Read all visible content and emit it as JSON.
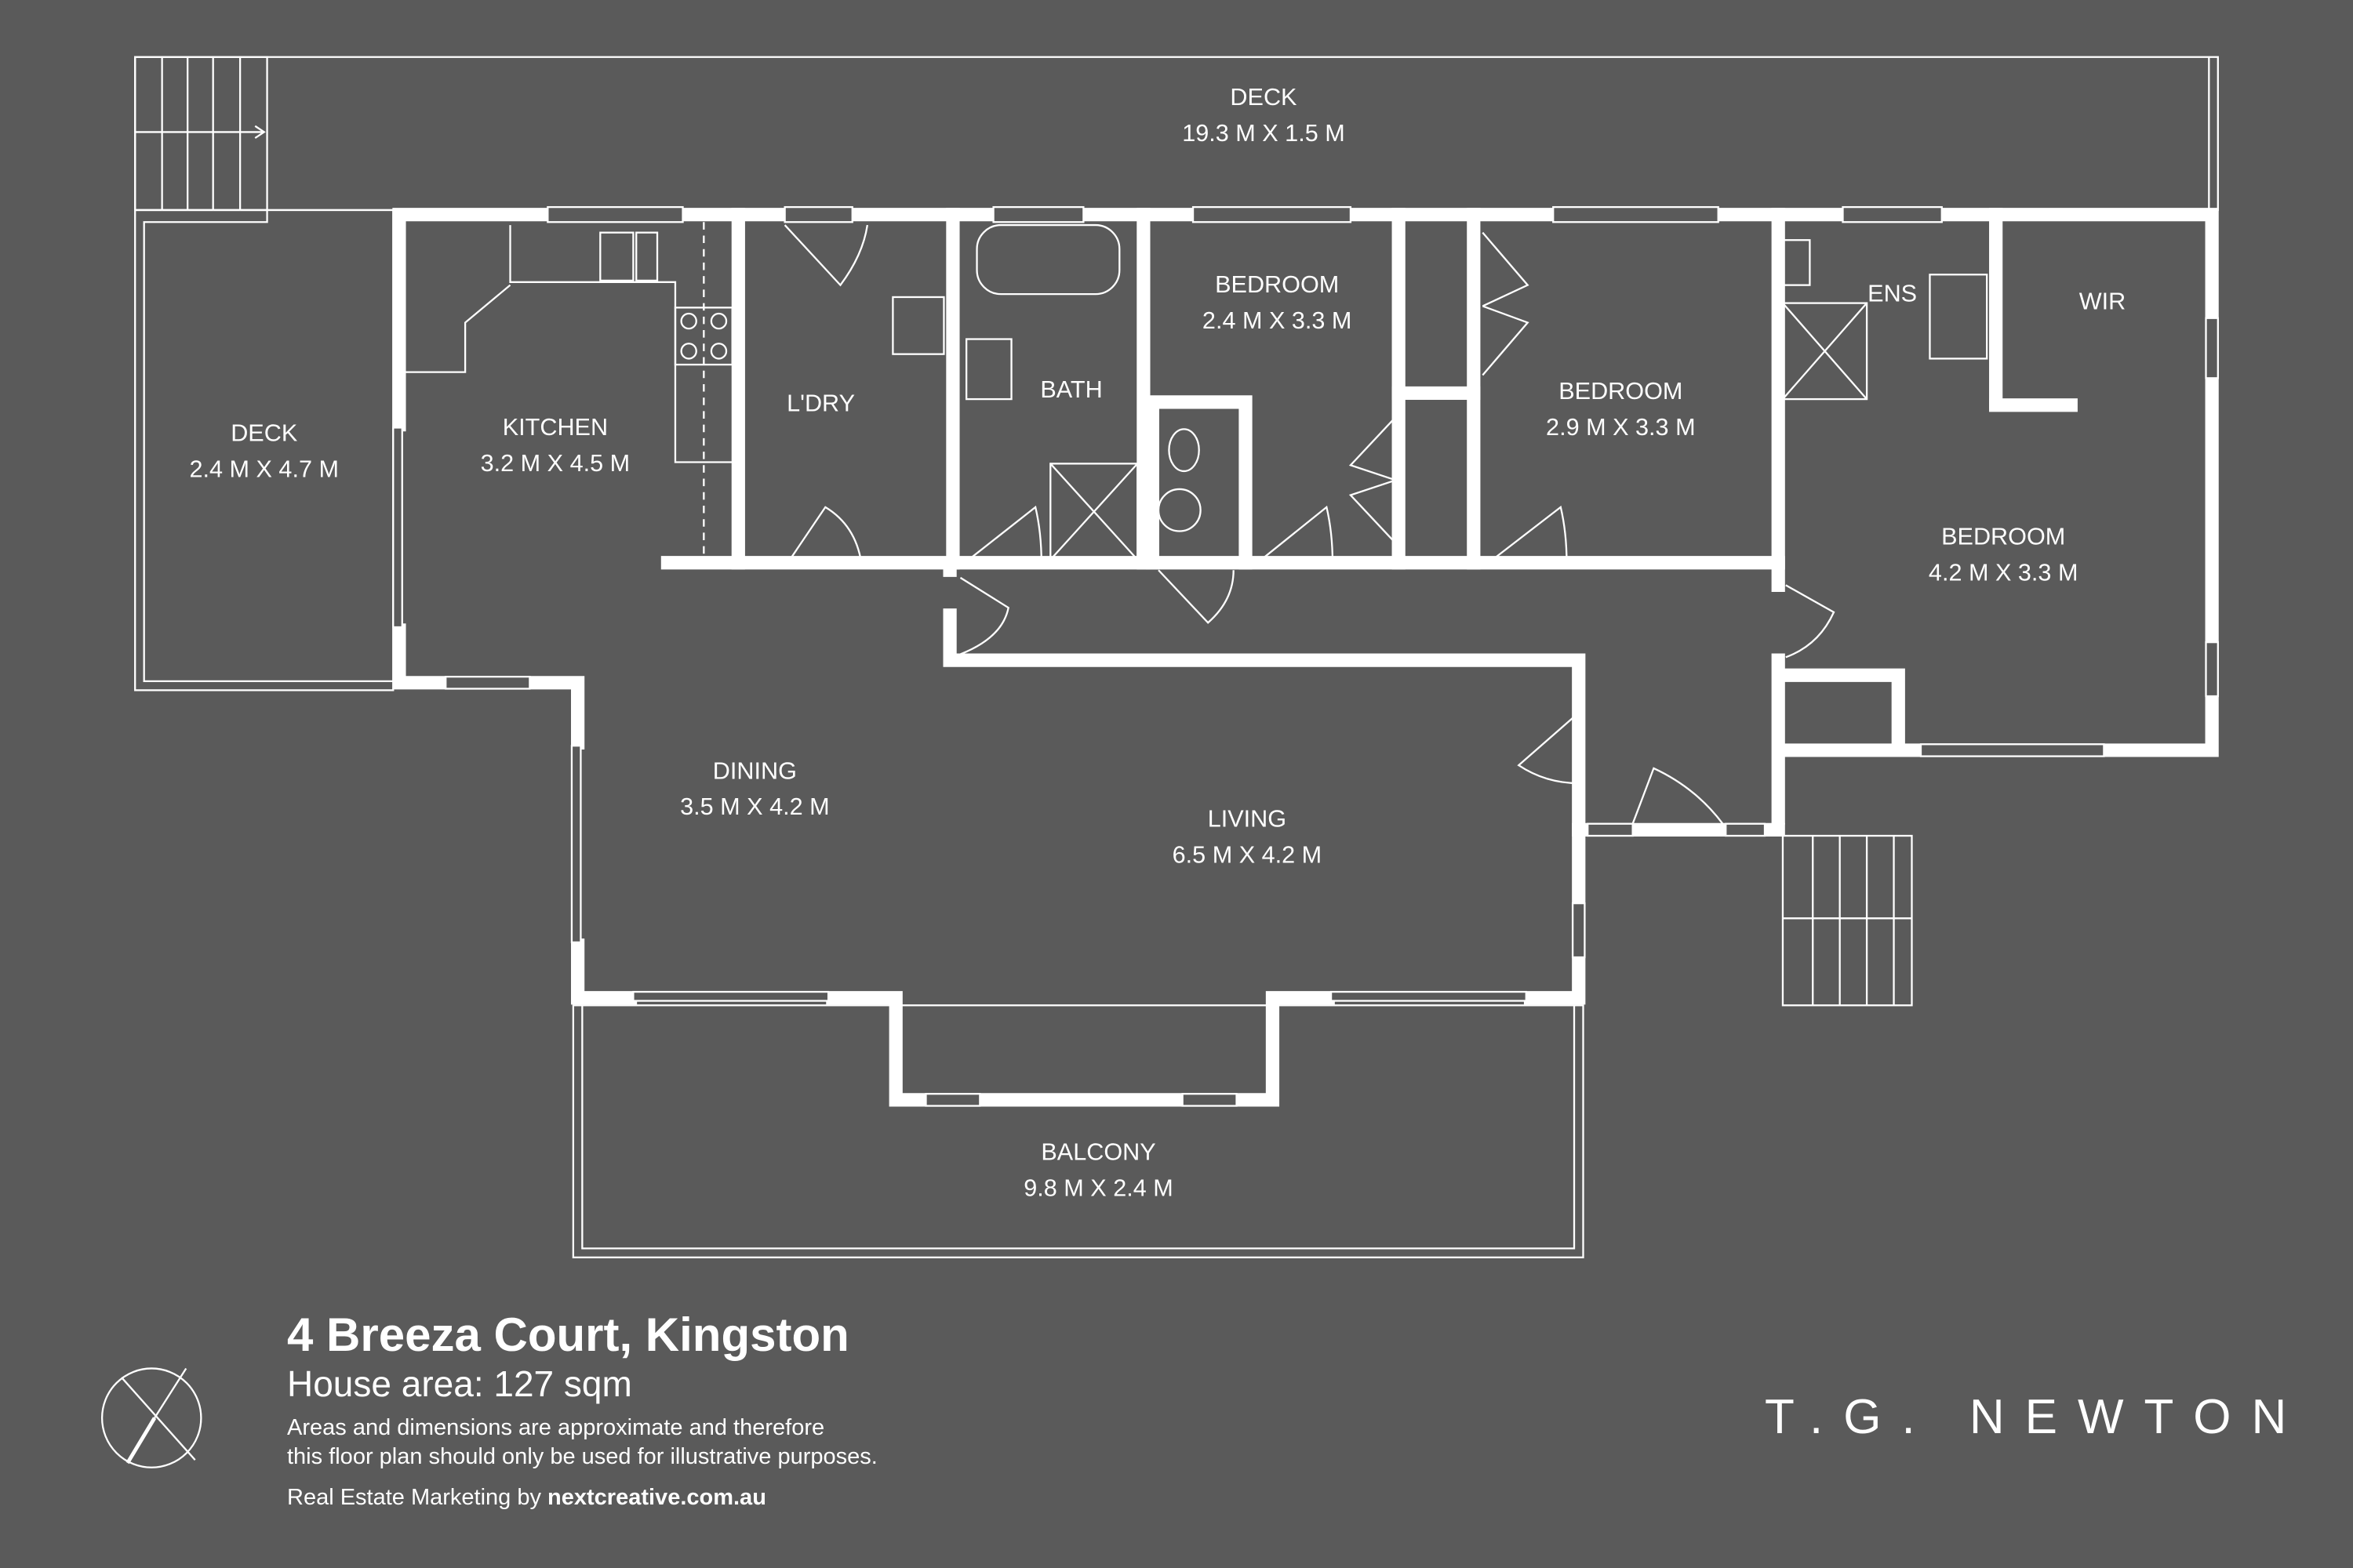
{
  "rooms": {
    "deck_top": {
      "name": "DECK",
      "dims": "19.3 M X 1.5 M"
    },
    "deck_left": {
      "name": "DECK",
      "dims": "2.4 M X 4.7 M"
    },
    "kitchen": {
      "name": "KITCHEN",
      "dims": "3.2 M X 4.5 M"
    },
    "laundry": {
      "name": "L'DRY"
    },
    "bath": {
      "name": "BATH"
    },
    "bedroom2": {
      "name": "BEDROOM",
      "dims": "2.4 M X 3.3 M"
    },
    "bedroom3": {
      "name": "BEDROOM",
      "dims": "2.9 M X 3.3 M"
    },
    "ens": {
      "name": "ENS"
    },
    "wir": {
      "name": "WIR"
    },
    "bedroom1": {
      "name": "BEDROOM",
      "dims": "4.2 M X 3.3 M"
    },
    "dining": {
      "name": "DINING",
      "dims": "3.5 M X 4.2 M"
    },
    "living": {
      "name": "LIVING",
      "dims": "6.5 M X 4.2 M"
    },
    "balcony": {
      "name": "BALCONY",
      "dims": "9.8 M X 2.4 M"
    }
  },
  "info": {
    "address": "4 Breeza Court, Kingston",
    "house_area": "House area: 127 sqm",
    "disclaimer_1": "Areas and dimensions are approximate and therefore",
    "disclaimer_2": "this floor plan should only be used for illustrative purposes.",
    "credit_prefix": "Real Estate Marketing by ",
    "credit_site": "nextcreative.com.au"
  },
  "brand": "T.G. NEWTON",
  "colors": {
    "background": "#5a5a5a",
    "lines": "#ffffff"
  }
}
